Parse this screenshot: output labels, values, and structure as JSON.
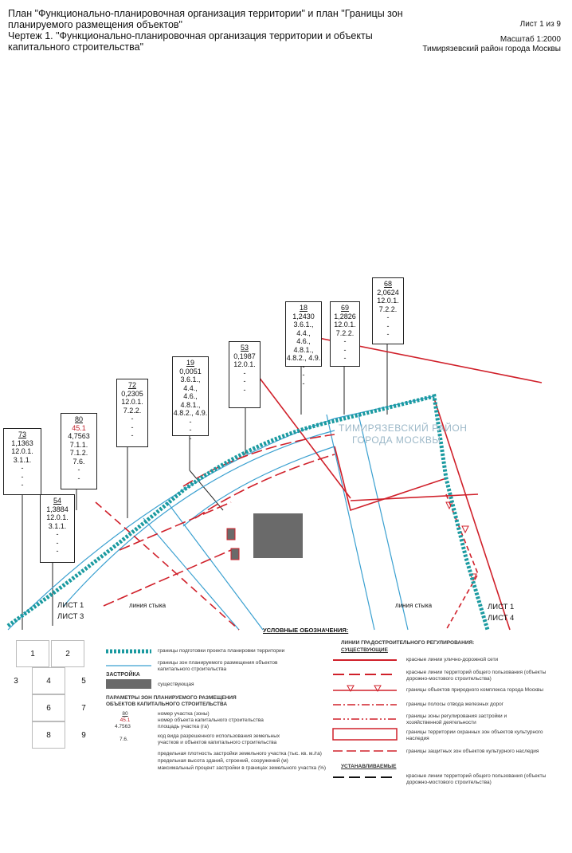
{
  "header": {
    "title_line1": "План \"Функционально-планировочная организация территории\" и план \"Границы зон",
    "title_line2": "планируемого размещения объектов\"",
    "title_line3": "Чертеж 1. \"Функционально-планировочная организация территории и объекты",
    "title_line4": "капитального строительства\"",
    "sheet": "Лист 1 из 9",
    "scale": "Масштаб 1:2000",
    "district": "Тимирязевский район города Москвы"
  },
  "zones": [
    {
      "num": "73",
      "lines": [
        "1,1363",
        "12.0.1.",
        "3.1.1.",
        "-",
        "-",
        "-"
      ]
    },
    {
      "num": "80",
      "red": "45.1",
      "lines": [
        "4,7563",
        "7.1.1.",
        "7.1.2.",
        "7.6.",
        "-",
        "-"
      ]
    },
    {
      "num": "54",
      "lines": [
        "1,3884",
        "12.0.1.",
        "3.1.1.",
        "-",
        "-",
        "-"
      ]
    },
    {
      "num": "72",
      "lines": [
        "0,2305",
        "12.0.1.",
        "7.2.2.",
        "-",
        "-",
        "-"
      ]
    },
    {
      "num": "19",
      "lines": [
        "0,0051",
        "3.6.1., 4.4.,",
        "4.6., 4.8.1.,",
        "4.8.2., 4.9.",
        "-",
        "-",
        "-"
      ]
    },
    {
      "num": "53",
      "lines": [
        "0,1987",
        "12.0.1.",
        "-",
        "-",
        "-"
      ]
    },
    {
      "num": "18",
      "lines": [
        "1,2430",
        "3.6.1., 4.4.,",
        "4.6., 4.8.1.,",
        "4.8.2., 4.9.",
        "-",
        "-",
        "-"
      ]
    },
    {
      "num": "69",
      "lines": [
        "1,2826",
        "12.0.1.",
        "7.2.2.",
        "-",
        "-",
        "-"
      ]
    },
    {
      "num": "68",
      "lines": [
        "2,0624",
        "12.0.1.",
        "7.2.2.",
        "-",
        "-",
        "-"
      ]
    }
  ],
  "map": {
    "district_label_1": "ТИМИРЯЗЕВСКИЙ РАЙОН",
    "district_label_2": "ГОРОДА МОСКВЫ",
    "sheet_left_1": "ЛИСТ 1",
    "sheet_left_2": "ЛИСТ 3",
    "sheet_right_1": "ЛИСТ 1",
    "sheet_right_2": "ЛИСТ 4",
    "junction_left": "линия стыка",
    "junction_right": "линия стыка"
  },
  "sheet_grid": [
    "1",
    "2",
    "3",
    "4",
    "5",
    "6",
    "7",
    "8",
    "9"
  ],
  "legend": {
    "title": "УСЛОВНЫЕ ОБОЗНАЧЕНИЯ:",
    "boundary_project": "границы подготовки проекта планировки территории",
    "boundary_zones": "границы зон планируемого размещения объектов капитального строительства",
    "buildings_header": "ЗАСТРОЙКА",
    "existing": "существующая",
    "params_header": "ПАРАМЕТРЫ ЗОН ПЛАНИРУЕМОГО РАЗМЕЩЕНИЯ ОБЪЕКТОВ КАПИТАЛЬНОГО СТРОИТЕЛЬСТВА",
    "ex_num": "80",
    "ex_red": "45.1",
    "ex_area": "4.7563",
    "ex_code": "7.6.",
    "desc_num": "номер участка (зоны)",
    "desc_obj": "номер объекта капитального строительства",
    "desc_area": "площадь участка (га)",
    "desc_code": "код вида разрешенного использования земельных участков и объектов капитального строительства",
    "desc_density": "предельная плотность застройки земельного участка (тыс. кв. м./га)",
    "desc_height": "предельная высота зданий, строений, сооружений (м)",
    "desc_percent": "максимальный процент застройки в границах земельного участка (%)",
    "right_header_1": "ЛИНИИ ГРАДОСТРОИТЕЛЬНОГО РЕГУЛИРОВАНИЯ:",
    "right_header_2": "СУЩЕСТВУЮЩИЕ",
    "r1": "красные линии улично-дорожной сети",
    "r2": "красные линии территорий общего пользования (объекты дорожно-мостового строительства)",
    "r3": "границы объектов природного комплекса города Москвы",
    "r4": "границы полосы отвода железных дорог",
    "r5": "границы зоны регулирования застройки и хозяйственной деятельности",
    "r6": "границы территории охранных зон объектов культурного наследия",
    "r7": "границы защитных зон объектов культурного наследия",
    "established": "УСТАНАВЛИВАЕМЫЕ",
    "r8": "красные линии территорий общего пользования (объекты дорожно-мостового строительства)"
  },
  "colors": {
    "teal": "#1a9aa0",
    "blue": "#3aa0d0",
    "red": "#d0202a",
    "building": "#6a6a6a"
  }
}
